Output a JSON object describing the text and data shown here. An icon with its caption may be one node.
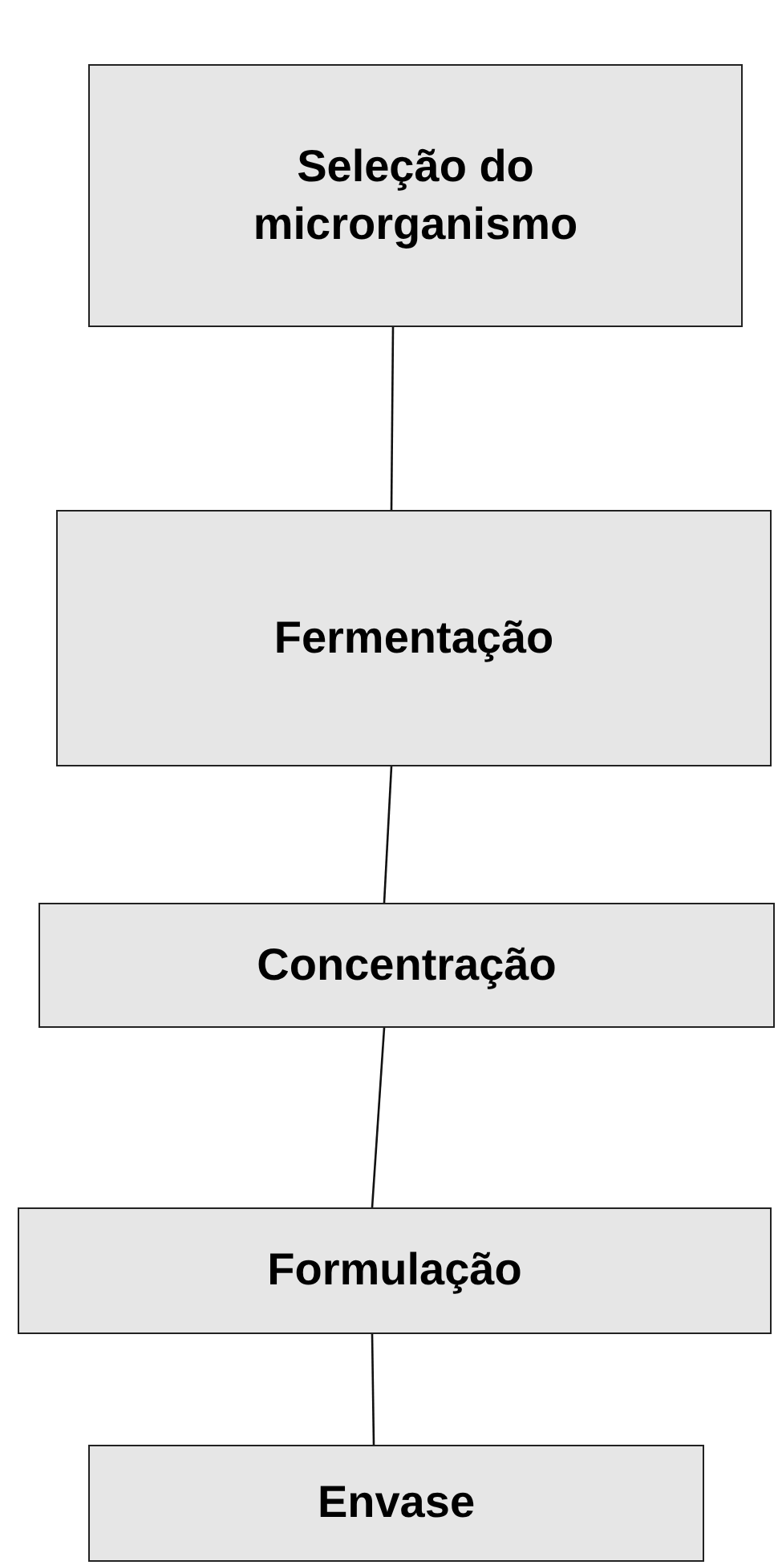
{
  "diagram": {
    "nodes": [
      {
        "text": [
          "Seleção do microrganismo"
        ]
      },
      {
        "text": [
          "Fermentação"
        ]
      },
      {
        "text": [
          "Concentração"
        ]
      },
      {
        "text": [
          "Formulação"
        ]
      },
      {
        "text": [
          "Envase"
        ]
      }
    ],
    "edges": [
      {
        "from": 0,
        "to": 1,
        "arrow": "none"
      },
      {
        "from": 1,
        "to": 2,
        "arrow": "none"
      },
      {
        "from": 2,
        "to": 3,
        "arrow": "none"
      },
      {
        "from": 3,
        "to": 4,
        "arrow": "none"
      }
    ]
  }
}
